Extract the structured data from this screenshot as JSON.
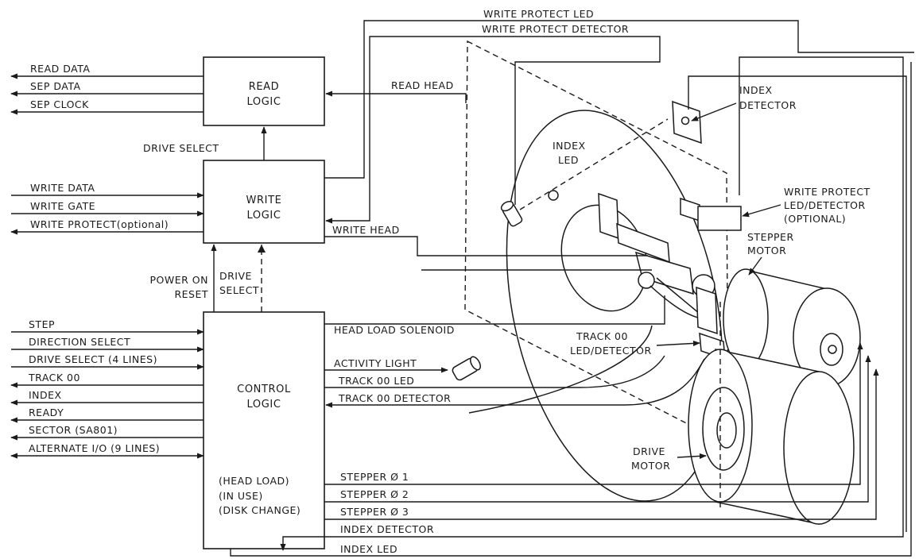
{
  "blocks": {
    "read_logic": [
      "READ",
      "LOGIC"
    ],
    "write_logic": [
      "WRITE",
      "LOGIC"
    ],
    "control_logic": [
      "CONTROL",
      "LOGIC"
    ],
    "control_extra": [
      "(HEAD LOAD)",
      "(IN USE)",
      "(DISK CHANGE)"
    ]
  },
  "left_signals": {
    "read_logic": [
      "READ DATA",
      "SEP DATA",
      "SEP CLOCK"
    ],
    "write_logic": [
      "WRITE DATA",
      "WRITE GATE",
      "WRITE PROTECT(optional)"
    ],
    "control_in": [
      "STEP",
      "DIRECTION SELECT",
      "DRIVE SELECT (4 LINES)"
    ],
    "control_out": [
      "TRACK 00",
      "INDEX",
      "READY",
      "SECTOR (SA801)"
    ],
    "control_bidir": "ALTERNATE I/O (9 LINES)"
  },
  "inter_block": {
    "drive_select_read": "DRIVE SELECT",
    "power_on_reset": [
      "POWER ON",
      "RESET"
    ],
    "drive_select_write": [
      "DRIVE",
      "SELECT"
    ]
  },
  "right_signals": {
    "write_protect_led": "WRITE PROTECT LED",
    "write_protect_detector": "WRITE PROTECT DETECTOR",
    "read_head": "READ HEAD",
    "write_head": "WRITE HEAD",
    "head_load_solenoid": "HEAD LOAD SOLENOID",
    "activity_light": "ACTIVITY LIGHT",
    "track00_led": "TRACK 00 LED",
    "track00_detector": "TRACK 00 DETECTOR",
    "stepper_1": "STEPPER Ø 1",
    "stepper_2": "STEPPER Ø 2",
    "stepper_3": "STEPPER Ø 3",
    "index_detector": "INDEX DETECTOR",
    "index_led": "INDEX LED"
  },
  "mechanism_labels": {
    "index_detector": [
      "INDEX",
      "DETECTOR"
    ],
    "index_led": [
      "INDEX",
      "LED"
    ],
    "write_protect_assembly": [
      "WRITE PROTECT",
      "LED/DETECTOR",
      "(OPTIONAL)"
    ],
    "stepper_motor": [
      "STEPPER",
      "MOTOR"
    ],
    "track00_assembly": [
      "TRACK 00",
      "LED/DETECTOR"
    ],
    "drive_motor": [
      "DRIVE",
      "MOTOR"
    ]
  },
  "colors": {
    "ink": "#1a1a1a",
    "paper": "#ffffff"
  }
}
